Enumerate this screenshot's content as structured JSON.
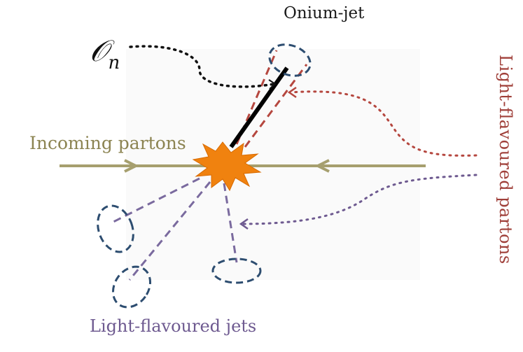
{
  "labels": {
    "onium_jet": "Onium-jet",
    "observable_symbol": "𝒪",
    "observable_subscript": "n",
    "incoming_partons": "Incoming partons",
    "light_flavoured_partons": "Light-flavoured  partons",
    "light_flavoured_jets": "Light-flavoured jets"
  },
  "colors": {
    "beam": "#a69f6e",
    "vertex": "#f0820f",
    "onium_line": "#000000",
    "red_dashed": "#b5473f",
    "purple_dashed": "#7a6a9e",
    "jet_ellipse": "#2d4d70",
    "red_dotted": "#b5473f",
    "purple_dotted": "#6e5a90",
    "black_dotted": "#111111"
  }
}
